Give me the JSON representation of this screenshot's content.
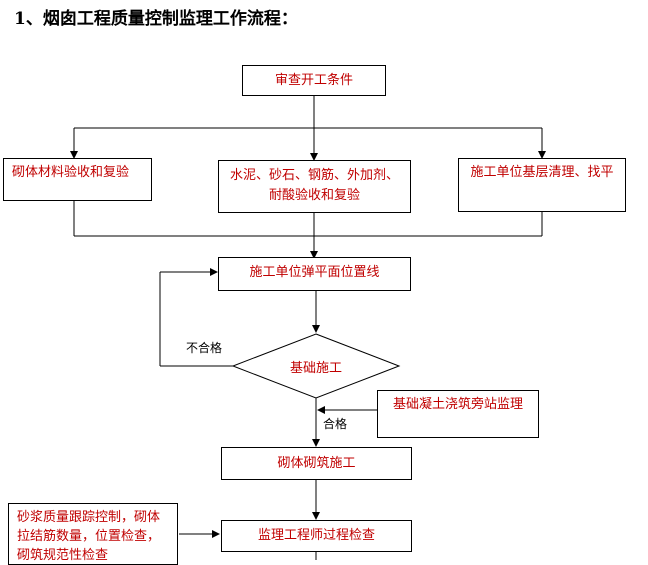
{
  "title": "1、烟囱工程质量控制监理工作流程：",
  "nodes": {
    "review_conditions": "审查开工条件",
    "masonry_material": "砌体材料验收和复验",
    "cement_line1": "水泥、砂石、钢筋、外加剂、",
    "cement_line2": "耐酸验收和复验",
    "base_clean": "施工单位基层清理、找平",
    "plan_layout": "施工单位弹平面位置线",
    "foundation": "基础施工",
    "concrete_supervision": "基础凝土浇筑旁站监理",
    "masonry_build": "砌体砌筑施工",
    "mortar_line1": "砂浆质量跟踪控制，砌体",
    "mortar_line2": "拉结筋数量，位置检查，",
    "mortar_line3": "砌筑规范性检查",
    "engineer_check": "监理工程师过程检查"
  },
  "edge_labels": {
    "fail": "不合格",
    "pass": "合格"
  }
}
